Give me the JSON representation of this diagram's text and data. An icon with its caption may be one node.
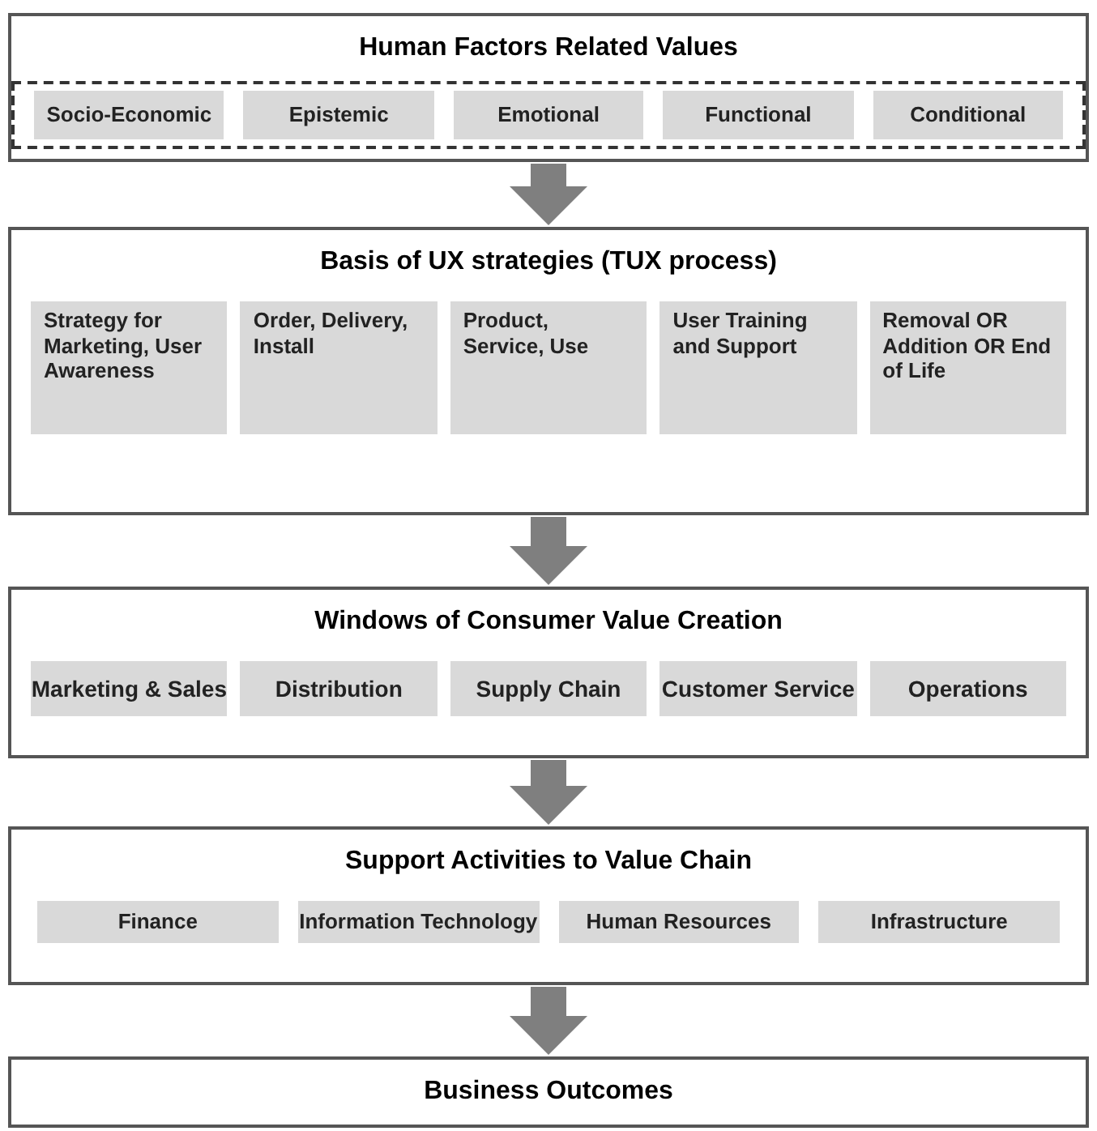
{
  "diagram": {
    "nodes": [
      {
        "text": [
          "Human Factors Related Values"
        ]
      },
      {
        "text": [],
        "shape": "box",
        "in": 0
      },
      {
        "text": [
          "Socio-Economic"
        ],
        "in": 1
      },
      {
        "text": [
          "Epistemic"
        ],
        "in": 1
      },
      {
        "text": [
          "Emotional"
        ],
        "in": 1
      },
      {
        "text": [
          "Functional"
        ],
        "in": 1
      },
      {
        "text": [
          "Conditional"
        ],
        "in": 1
      },
      {
        "text": [
          "Basis of UX strategies (TUX process)"
        ]
      },
      {
        "text": [
          "Strategy for Marketing, User Awareness"
        ],
        "in": 7
      },
      {
        "text": [
          "Order, Delivery, Install"
        ],
        "in": 7
      },
      {
        "text": [
          "Product, Service, Use"
        ],
        "in": 7
      },
      {
        "text": [
          "User Training and Support"
        ],
        "in": 7
      },
      {
        "text": [
          "Removal OR Addition OR End of Life"
        ],
        "in": 7
      },
      {
        "text": [
          "Windows of Consumer Value Creation"
        ]
      },
      {
        "text": [
          "Marketing & Sales"
        ],
        "in": 13
      },
      {
        "text": [
          "Distribution"
        ],
        "in": 13
      },
      {
        "text": [
          "Supply Chain"
        ],
        "in": 13
      },
      {
        "text": [
          "Customer Service"
        ],
        "in": 13
      },
      {
        "text": [
          "Operations"
        ],
        "in": 13
      },
      {
        "text": [
          "Support Activities to Value Chain"
        ]
      },
      {
        "text": [
          "Finance"
        ],
        "in": 19
      },
      {
        "text": [
          "Information Technology"
        ],
        "in": 19
      },
      {
        "text": [
          "Human Resources"
        ],
        "in": 19
      },
      {
        "text": [
          "Infrastructure"
        ],
        "in": 19
      },
      {
        "text": [
          "Business Outcomes"
        ]
      }
    ],
    "edges": [
      {
        "from": 0,
        "to": 7,
        "arrow": "to"
      },
      {
        "from": 7,
        "to": 13,
        "arrow": "to"
      },
      {
        "from": 13,
        "to": 19,
        "arrow": "to"
      },
      {
        "from": 19,
        "to": 24,
        "arrow": "to"
      }
    ]
  }
}
